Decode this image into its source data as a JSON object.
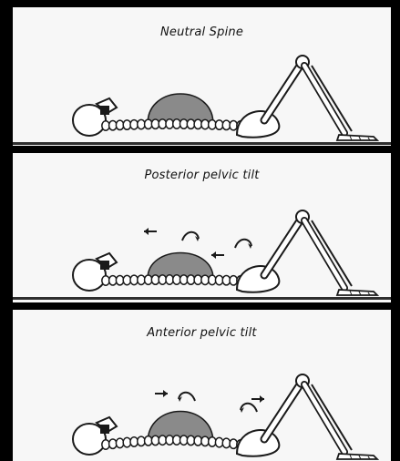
{
  "panels": [
    {
      "title": "Neutral Spine",
      "arrows": "none"
    },
    {
      "title": "Posterior pelvic tilt",
      "arrows": "outward"
    },
    {
      "title": "Anterior pelvic tilt",
      "arrows": "inward"
    }
  ],
  "colors": {
    "background": "#000000",
    "panel": "#f7f7f7",
    "ink": "#1a1a1a",
    "tissue": "#8a8a8a"
  }
}
